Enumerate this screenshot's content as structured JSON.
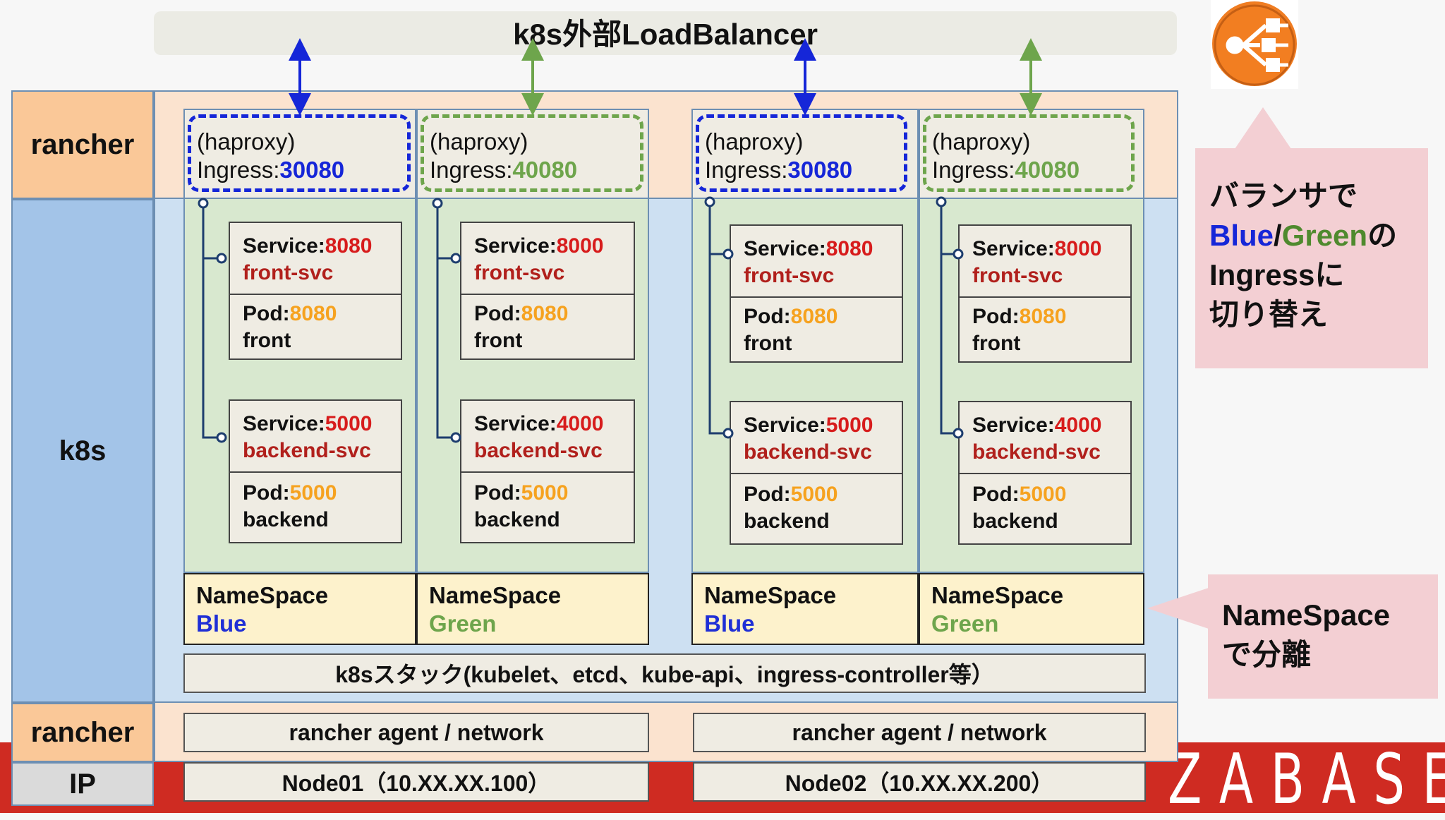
{
  "title": "k8s外部LoadBalancer",
  "layers": {
    "rancher_top": "rancher",
    "k8s": "k8s",
    "rancher_bottom": "rancher",
    "ip": "IP"
  },
  "columns": [
    {
      "ingress_prefix": "(haproxy)",
      "ingress_label": "Ingress:",
      "ingress_port": "30080",
      "services": [
        {
          "service_label": "Service:",
          "service_port": "8080",
          "service_name": "front-svc",
          "pod_label": "Pod:",
          "pod_port": "8080",
          "pod_name": "front"
        },
        {
          "service_label": "Service:",
          "service_port": "5000",
          "service_name": "backend-svc",
          "pod_label": "Pod:",
          "pod_port": "5000",
          "pod_name": "backend"
        }
      ],
      "namespace_label": "NameSpace",
      "namespace_name": "Blue"
    },
    {
      "ingress_prefix": "(haproxy)",
      "ingress_label": "Ingress:",
      "ingress_port": "40080",
      "services": [
        {
          "service_label": "Service:",
          "service_port": "8000",
          "service_name": "front-svc",
          "pod_label": "Pod:",
          "pod_port": "8080",
          "pod_name": "front"
        },
        {
          "service_label": "Service:",
          "service_port": "4000",
          "service_name": "backend-svc",
          "pod_label": "Pod:",
          "pod_port": "5000",
          "pod_name": "backend"
        }
      ],
      "namespace_label": "NameSpace",
      "namespace_name": "Green"
    },
    {
      "ingress_prefix": "(haproxy)",
      "ingress_label": "Ingress:",
      "ingress_port": "30080",
      "services": [
        {
          "service_label": "Service:",
          "service_port": "8080",
          "service_name": "front-svc",
          "pod_label": "Pod:",
          "pod_port": "8080",
          "pod_name": "front"
        },
        {
          "service_label": "Service:",
          "service_port": "5000",
          "service_name": "backend-svc",
          "pod_label": "Pod:",
          "pod_port": "5000",
          "pod_name": "backend"
        }
      ],
      "namespace_label": "NameSpace",
      "namespace_name": "Blue"
    },
    {
      "ingress_prefix": "(haproxy)",
      "ingress_label": "Ingress:",
      "ingress_port": "40080",
      "services": [
        {
          "service_label": "Service:",
          "service_port": "8000",
          "service_name": "front-svc",
          "pod_label": "Pod:",
          "pod_port": "8080",
          "pod_name": "front"
        },
        {
          "service_label": "Service:",
          "service_port": "4000",
          "service_name": "backend-svc",
          "pod_label": "Pod:",
          "pod_port": "5000",
          "pod_name": "backend"
        }
      ],
      "namespace_label": "NameSpace",
      "namespace_name": "Green"
    }
  ],
  "k8s_stack": "k8sスタック(kubelet、etcd、kube-api、ingress-controller等）",
  "rancher_agent": [
    "rancher agent / network",
    "rancher agent / network"
  ],
  "nodes": [
    "Node01（10.XX.XX.100）",
    "Node02（10.XX.XX.200）"
  ],
  "callouts": {
    "balancer": {
      "line1": "バランサで",
      "blue": "Blue",
      "slash": "/",
      "green": "Green",
      "no": "の",
      "line3": "Ingressに",
      "line4": "切り替え"
    },
    "namespace": {
      "line1": "NameSpace",
      "line2": "で分離"
    }
  },
  "brand": "ZABASE",
  "icons": {
    "load_balancer": "load-balancer-icon"
  },
  "colors": {
    "blue": "#1526d8",
    "green": "#6ea54c",
    "red": "#d71c1c",
    "orange": "#f6a21f",
    "brand_red": "#cf2b22",
    "elb_orange": "#f07d22"
  }
}
